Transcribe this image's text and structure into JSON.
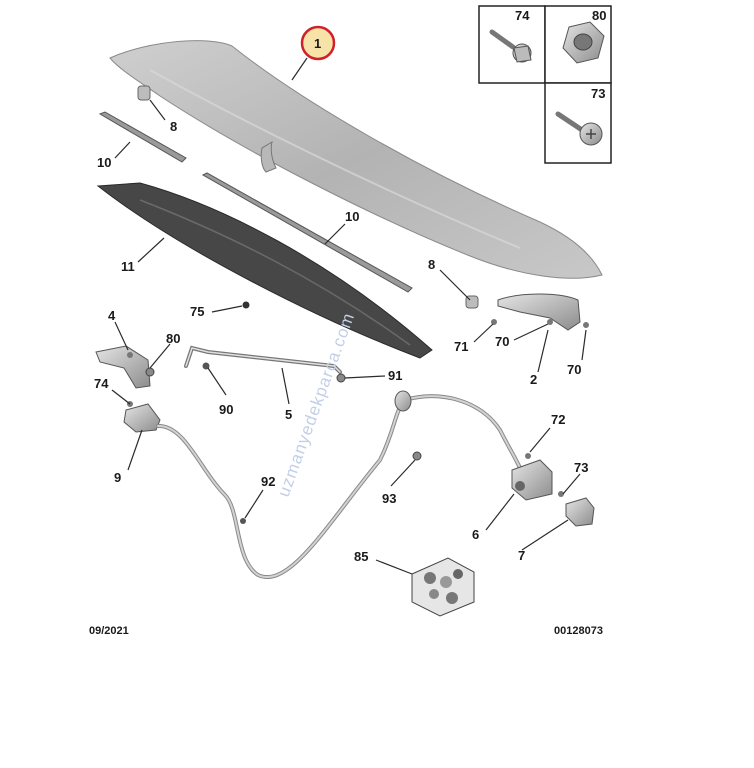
{
  "callouts": {
    "p1": "1",
    "p2": "2",
    "p4": "4",
    "p5": "5",
    "p6": "6",
    "p7": "7",
    "p8a": "8",
    "p8b": "8",
    "p9": "9",
    "p10a": "10",
    "p10b": "10",
    "p11": "11",
    "p70a": "70",
    "p70b": "70",
    "p71": "71",
    "p72": "72",
    "p73a": "73",
    "p73b": "73",
    "p74a": "74",
    "p74b": "74",
    "p75": "75",
    "p80a": "80",
    "p80b": "80",
    "p85": "85",
    "p90": "90",
    "p91": "91",
    "p92": "92",
    "p93": "93"
  },
  "footer": {
    "date": "09/2021",
    "reference": "00128073"
  },
  "watermark": "uzmanyedekparca.com",
  "colors": {
    "highlight_circle": "#d0202a",
    "highlight_fill": "#f7e3a8",
    "hood": "#bdbdbd",
    "insulation": "#474747"
  }
}
